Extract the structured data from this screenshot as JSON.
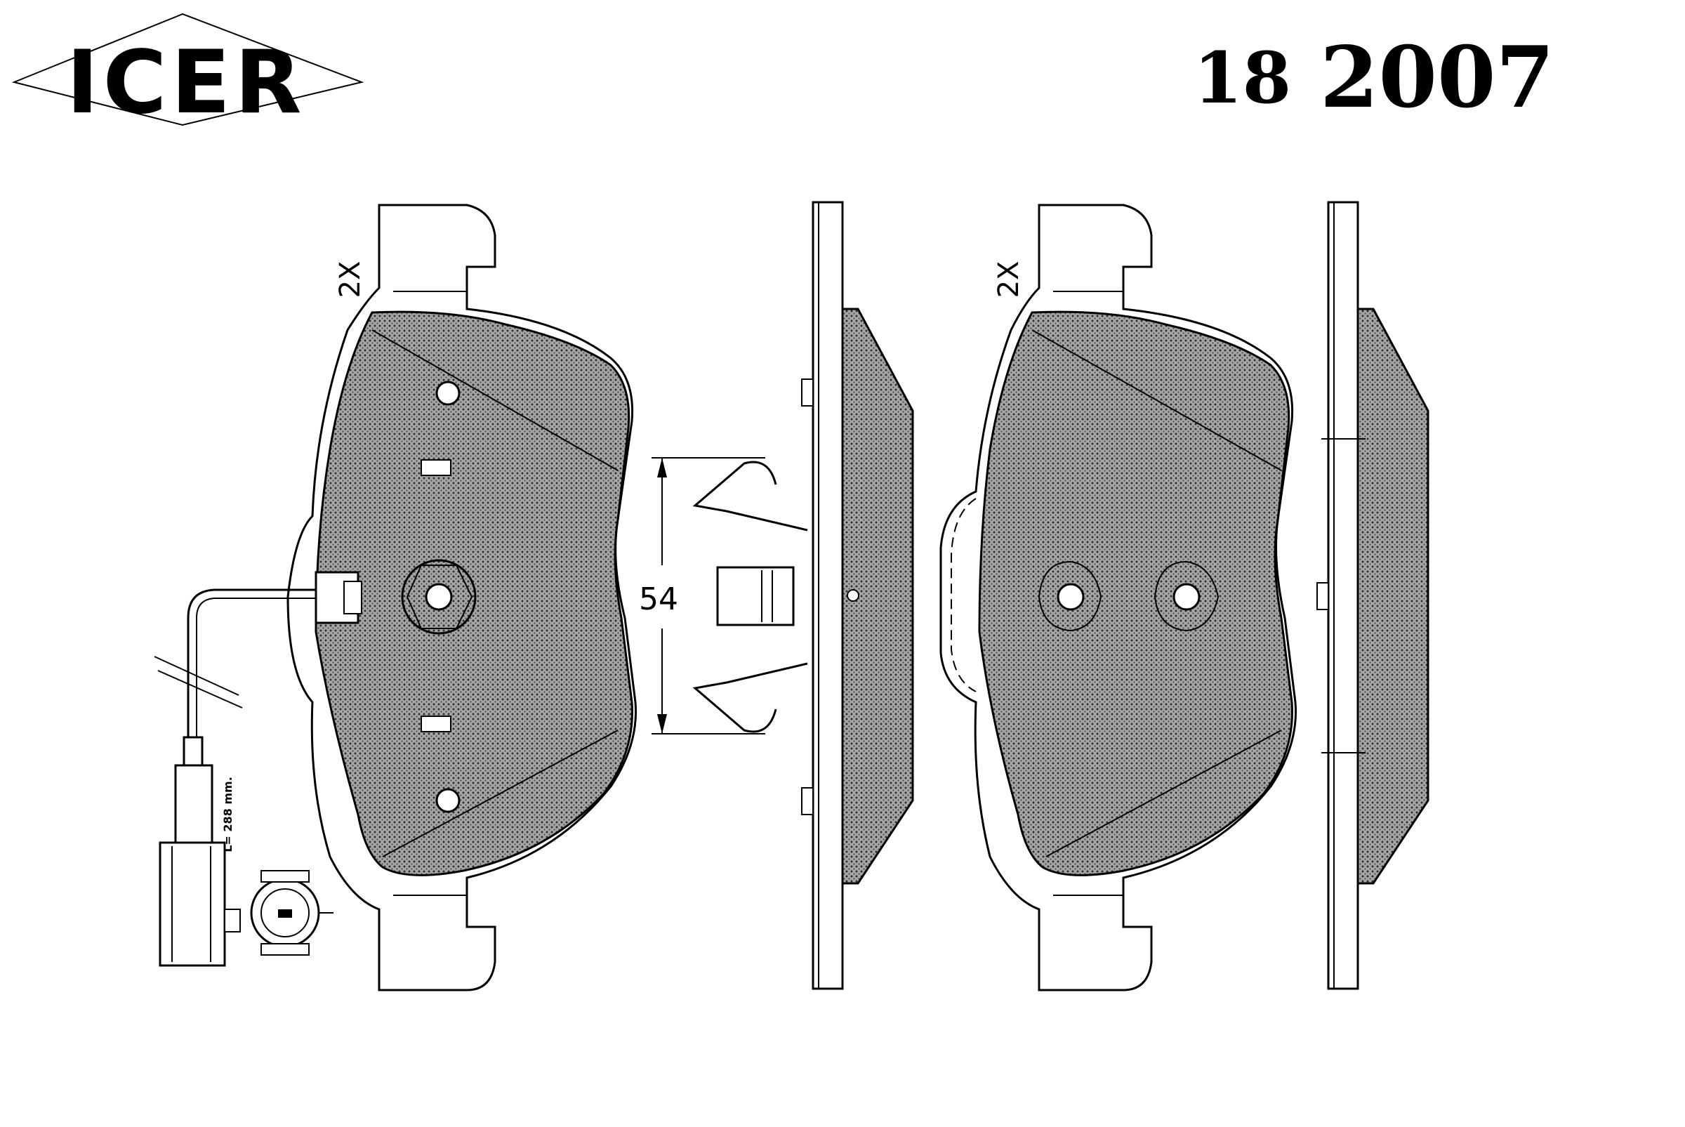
{
  "header": {
    "brand": "ICER",
    "part_prefix": "18",
    "part_number": "2007"
  },
  "annotations": {
    "qty_left": "2X",
    "qty_right": "2X",
    "dimension": "54",
    "sensor_length": "L= 288 mm."
  },
  "colors": {
    "ink": "#000000",
    "paper": "#ffffff",
    "friction_fill": "#9a9a9a"
  }
}
